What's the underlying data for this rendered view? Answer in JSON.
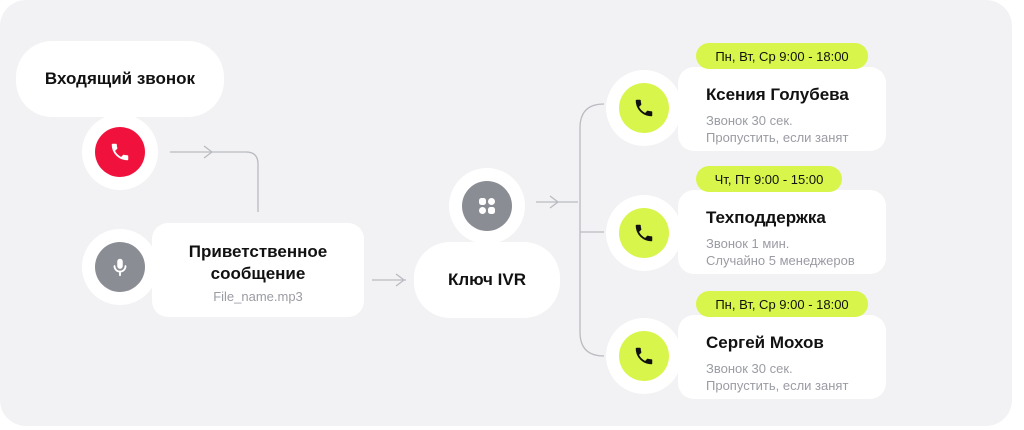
{
  "incoming": {
    "label": "Входящий звонок"
  },
  "greeting": {
    "title_line1": "Приветственное",
    "title_line2": "сообщение",
    "file": "File_name.mp3"
  },
  "ivr": {
    "label": "Ключ IVR"
  },
  "operators": [
    {
      "schedule": "Пн, Вт, Ср 9:00 - 18:00",
      "name": "Ксения Голубева",
      "line1": "Звонок 30 сек.",
      "line2": "Пропустить, если занят"
    },
    {
      "schedule": "Чт, Пт 9:00 - 15:00",
      "name": "Техподдержка",
      "line1": "Звонок 1 мин.",
      "line2": "Случайно 5 менеджеров"
    },
    {
      "schedule": "Пн, Вт, Ср 9:00 - 18:00",
      "name": "Сергей Мохов",
      "line1": "Звонок 30 сек.",
      "line2": "Пропустить, если занят"
    }
  ],
  "colors": {
    "background": "#f2f2f4",
    "incoming_red": "#f0123c",
    "accent_lime": "#d8f54b",
    "neutral_grey": "#8b8d95",
    "connector": "#b9bbc1"
  },
  "icons": {
    "incoming": "phone-icon",
    "greeting": "microphone-icon",
    "ivr": "grid-icon",
    "operator": "phone-icon"
  }
}
